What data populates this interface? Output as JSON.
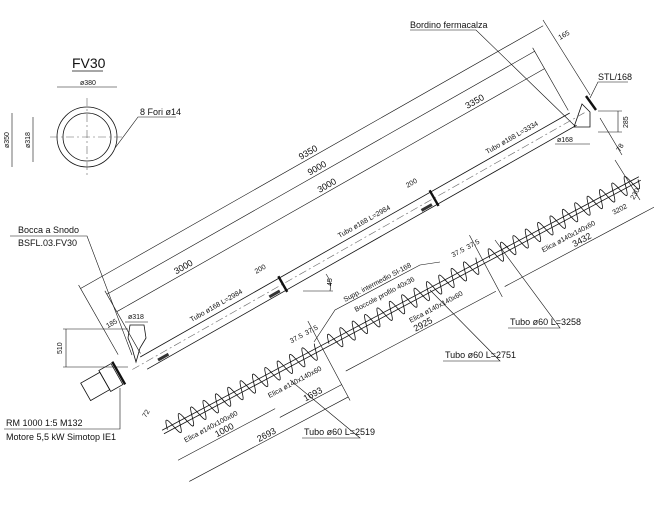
{
  "section": {
    "title": "FV30",
    "outer_dia": "ø380",
    "inner_dia": "ø318",
    "height_dia": "ø350",
    "holes": "8 Fori ø14"
  },
  "top_right": {
    "bordino": "Bordino fermacalza",
    "stl": "STL/168",
    "dim_285": "285",
    "dia_168": "ø168",
    "dim_78": "78",
    "dim_165": "165",
    "dim_230": "230"
  },
  "tube_dims": {
    "total": "9350",
    "tube_total": "9000",
    "seg1": "3000",
    "seg2": "3000",
    "seg3": "3350",
    "offset_185": "185",
    "gap1": "200",
    "gap2": "200",
    "tube1": "Tubo ø168 L=2984",
    "tube2": "Tubo ø168 L=2984",
    "tube3": "Tubo ø168 L=3334",
    "angle": "45"
  },
  "inlet": {
    "name": "Bocca a Snodo",
    "code": "BSFL.03.FV30",
    "dia": "ø318",
    "height": "510"
  },
  "motor": {
    "reducer": "RM 1000 1:5 M132",
    "motor": "Motore 5,5 kW Simotop IE1",
    "dim_72": "72"
  },
  "screw": {
    "support": "Supp. intermedio SI-168",
    "bushing": "Boccole profilo 40x36",
    "gap_a1": "37.5",
    "gap_a2": "37.5",
    "gap_b1": "37.5",
    "gap_b2": "37.5",
    "helix1": "Elica ø140x100x60",
    "helix2": "Elica ø140x140x60",
    "helix3": "Elica ø140x140x60",
    "helix4": "Elica ø140x140x60",
    "dim_1000": "1000",
    "dim_1693": "1693",
    "dim_2693": "2693",
    "dim_2925": "2925",
    "dim_3432": "3432",
    "dim_3202": "3202",
    "shaft1": "Tubo ø60 L=2519",
    "shaft2": "Tubo ø60 L=2751",
    "shaft3": "Tubo ø60 L=3258"
  }
}
